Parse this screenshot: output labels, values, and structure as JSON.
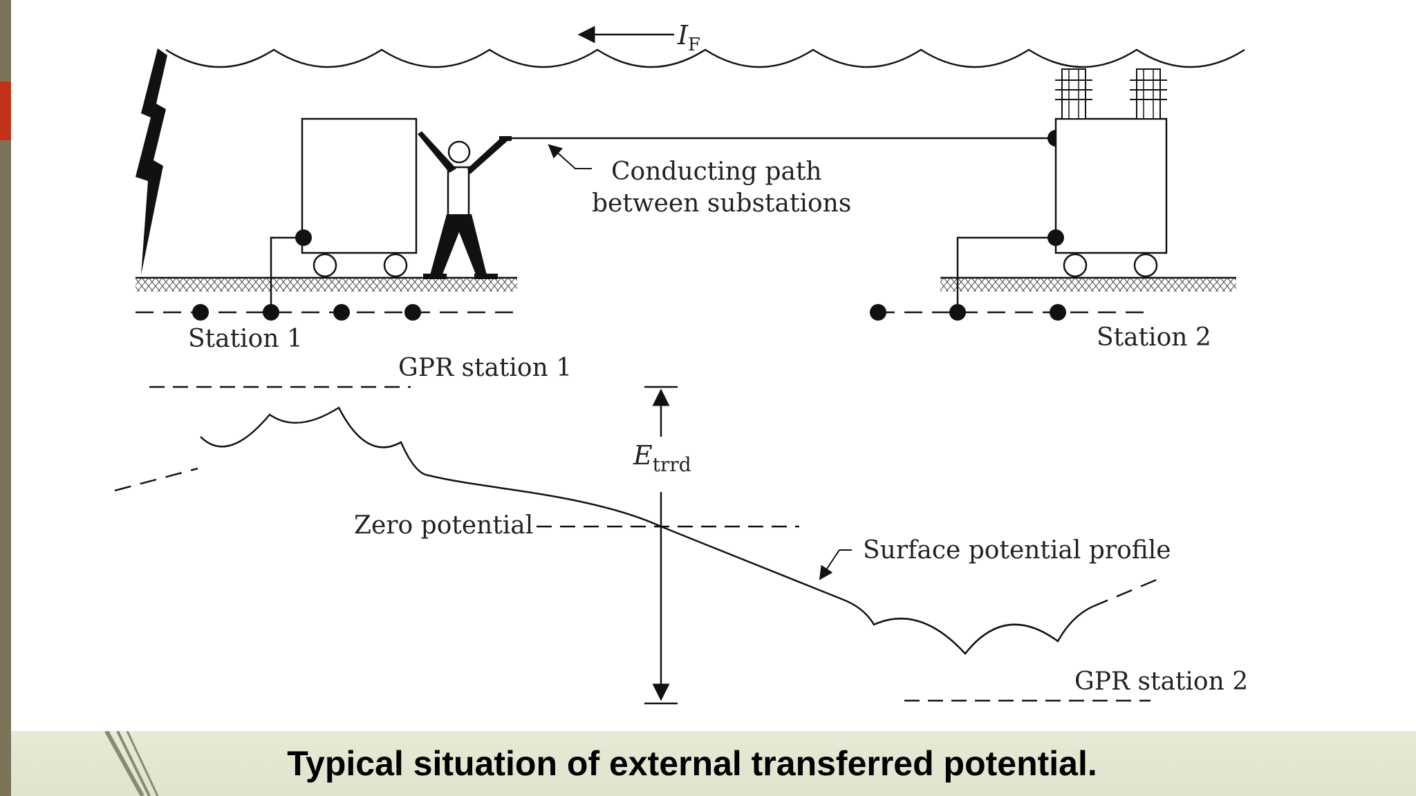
{
  "labels": {
    "fault_current_symbol": "I",
    "fault_current_subscript": "F",
    "conducting_path_line1": "Conducting path",
    "conducting_path_line2": "between substations",
    "station1": "Station 1",
    "station2": "Station 2",
    "gpr_station1": "GPR station 1",
    "gpr_station2": "GPR station 2",
    "etrrd_symbol": "E",
    "etrrd_subscript": "trrd",
    "zero_potential": "Zero potential",
    "surface_profile": "Surface potential profile"
  },
  "caption": "Typical situation of external transferred potential.",
  "colors": {
    "ink": "#111111",
    "sidebar": "#7a7358",
    "sidebar_accent": "#c2321a",
    "footer": "#e2e6d0"
  }
}
